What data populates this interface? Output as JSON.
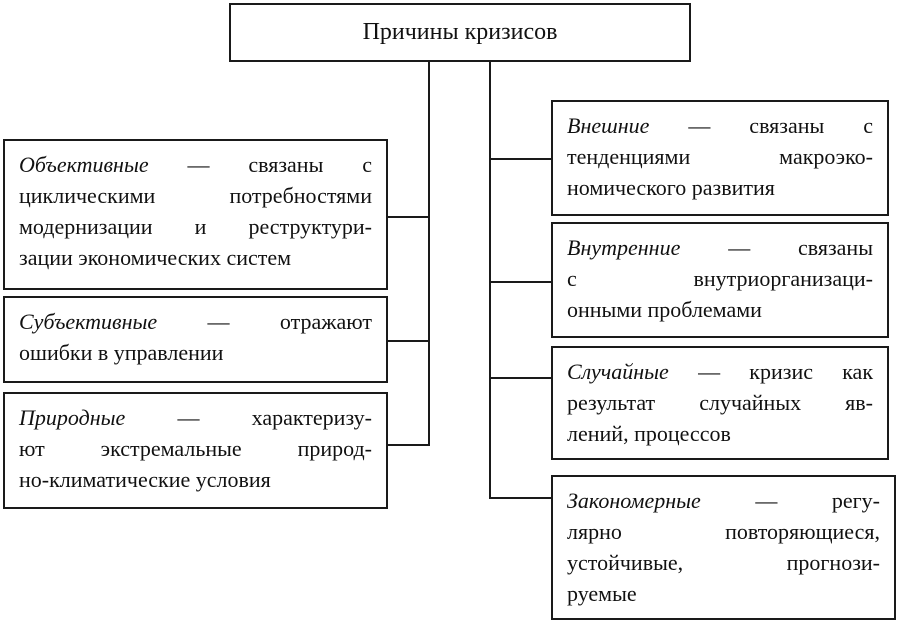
{
  "diagram": {
    "title": "Причины кризисов",
    "left": [
      {
        "term": "Объективные",
        "lines": [
          "— связаны с",
          "циклическими потребностями",
          "модернизации и реструктури-",
          "зации экономических систем"
        ]
      },
      {
        "term": "Субъективные",
        "lines": [
          "— отражают",
          "ошибки в управлении"
        ]
      },
      {
        "term": "Природные",
        "lines": [
          "— характеризу-",
          "ют экстремальные природ-",
          "но-климатические условия"
        ]
      }
    ],
    "right": [
      {
        "term": "Внешние",
        "lines": [
          "— связаны с",
          "тенденциями макроэко-",
          "номического развития"
        ]
      },
      {
        "term": "Внутренние",
        "lines": [
          "— связаны",
          "с внутриорганизаци-",
          "онными проблемами"
        ]
      },
      {
        "term": "Случайные",
        "lines": [
          "— кризис как",
          "результат случайных яв-",
          "лений, процессов"
        ]
      },
      {
        "term": "Закономерные",
        "lines": [
          "— регу-",
          "лярно повторяющиеся,",
          "устойчивые, прогнози-",
          "руемые"
        ]
      }
    ]
  }
}
